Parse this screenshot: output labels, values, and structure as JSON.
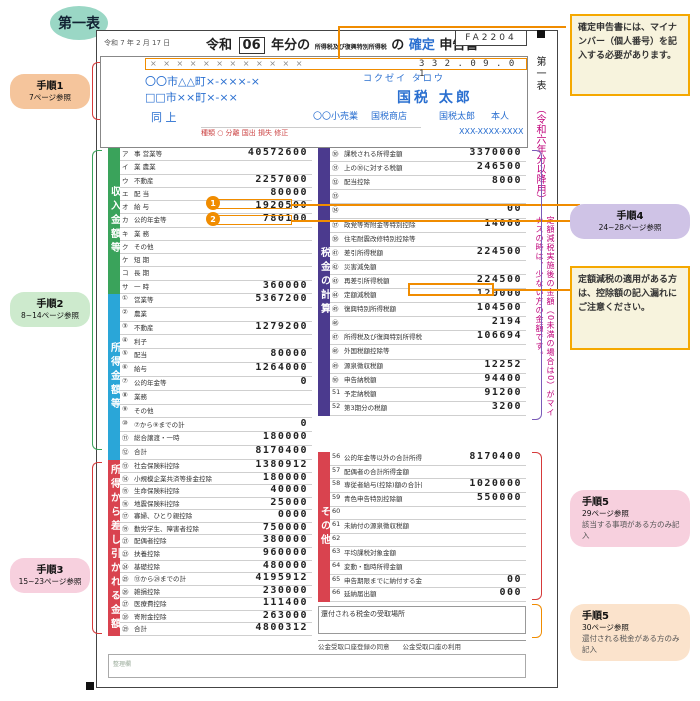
{
  "tab_label": "第一表",
  "form": {
    "title_prefix": "令和",
    "year": "06",
    "title_mid": "年分の",
    "title_small": "所得税及び復興特別所得税",
    "title_no": "の",
    "title_main": "確定",
    "title_suffix": "申告書",
    "form_code": "FA2204",
    "date_line": "令和 7 年 2 月 17 日",
    "postal": "3 3 2 . 0 9 . 0 1",
    "address1": "〇〇市△△町×-×××-×",
    "address2": "□□市××町×-××",
    "name_kana": "コクゼイ タロウ",
    "name": "国税 太郎",
    "addr_same": "同 上",
    "occupation": "〇〇小売業",
    "shop": "国税商店",
    "head": "国税太郎",
    "relation": "本人",
    "phone": "XXX-XXXX-XXXX",
    "side_label": "第一表",
    "side_label_year": "（令和六年分以降用）"
  },
  "income_section": {
    "label": "収入金額等",
    "rows": [
      {
        "label": "事 営業等",
        "code": "ア",
        "value": "40572600"
      },
      {
        "label": "業 農業",
        "code": "イ",
        "value": ""
      },
      {
        "label": "不動産",
        "code": "ウ",
        "value": "2257000"
      },
      {
        "label": "配 当",
        "code": "エ",
        "value": "80000"
      },
      {
        "label": "給 与",
        "code": "オ",
        "value": "1920500"
      },
      {
        "label": "公的年金等",
        "code": "カ",
        "value": "780100"
      },
      {
        "label": "業 務",
        "code": "キ",
        "value": ""
      },
      {
        "label": "その他",
        "code": "ク",
        "value": ""
      },
      {
        "label": "短 期",
        "code": "ケ",
        "value": ""
      },
      {
        "label": "長 期",
        "code": "コ",
        "value": ""
      },
      {
        "label": "一 時",
        "code": "サ",
        "value": "360000"
      }
    ]
  },
  "shotoku_section": {
    "label": "所得金額等",
    "rows": [
      {
        "label": "営業等",
        "code": "①",
        "value": "5367200"
      },
      {
        "label": "農業",
        "code": "②",
        "value": ""
      },
      {
        "label": "不動産",
        "code": "③",
        "value": "1279200"
      },
      {
        "label": "利子",
        "code": "④",
        "value": ""
      },
      {
        "label": "配当",
        "code": "⑤",
        "value": "80000"
      },
      {
        "label": "給与",
        "code": "⑥",
        "value": "1264000"
      },
      {
        "label": "公的年金等",
        "code": "⑦",
        "value": "0"
      },
      {
        "label": "業務",
        "code": "⑧",
        "value": ""
      },
      {
        "label": "その他",
        "code": "⑨",
        "value": ""
      },
      {
        "label": "⑦から⑨までの計",
        "code": "⑩",
        "value": "0"
      },
      {
        "label": "総合譲渡・一時",
        "code": "⑪",
        "value": "180000"
      },
      {
        "label": "合計",
        "code": "⑫",
        "value": "8170400"
      }
    ]
  },
  "deduction_section": {
    "label": "所得から差し引かれる金額",
    "rows": [
      {
        "label": "社会保険料控除",
        "code": "⑬",
        "value": "1380912"
      },
      {
        "label": "小規模企業共済等掛金控除",
        "code": "⑭",
        "value": "180000"
      },
      {
        "label": "生命保険料控除",
        "code": "⑮",
        "value": "40000"
      },
      {
        "label": "地震保険料控除",
        "code": "⑯",
        "value": "25000"
      },
      {
        "label": "寡婦、ひとり親控除",
        "code": "⑰",
        "value": "0000"
      },
      {
        "label": "勤労学生、障害者控除",
        "code": "⑲",
        "value": "750000"
      },
      {
        "label": "配偶者控除",
        "code": "㉑",
        "value": "380000"
      },
      {
        "label": "扶養控除",
        "code": "㉓",
        "value": "960000"
      },
      {
        "label": "基礎控除",
        "code": "㉔",
        "value": "480000"
      },
      {
        "label": "⑬から㉔までの計",
        "code": "㉕",
        "value": "4195912"
      },
      {
        "label": "雑損控除",
        "code": "㉖",
        "value": "230000"
      },
      {
        "label": "医療費控除",
        "code": "㉗",
        "value": "111400"
      },
      {
        "label": "寄附金控除",
        "code": "㉘",
        "value": "263000"
      },
      {
        "label": "合計",
        "code": "㉙",
        "value": "4800312"
      }
    ]
  },
  "tax_section": {
    "label": "税金の計算",
    "rows": [
      {
        "label": "課税される所得金額",
        "code": "㉚",
        "value": "3370000"
      },
      {
        "label": "上の㉚に対する税額",
        "code": "㉛",
        "value": "246500"
      },
      {
        "label": "配当控除",
        "code": "㉜",
        "value": "8000"
      },
      {
        "label": "",
        "code": "㉝",
        "value": ""
      },
      {
        "label": "",
        "code": "㉞",
        "value": "00"
      },
      {
        "label": "政党等寄附金等特別控除",
        "code": "㊲",
        "value": "14000"
      },
      {
        "label": "住宅耐震改修特別控除等",
        "code": "㊳",
        "value": ""
      },
      {
        "label": "差引所得税額",
        "code": "㊶",
        "value": "224500"
      },
      {
        "label": "災害減免額",
        "code": "㊷",
        "value": ""
      },
      {
        "label": "再差引所得税額",
        "code": "㊸",
        "value": "224500"
      },
      {
        "label": "定額減税額",
        "code": "㊹",
        "value": "120000"
      },
      {
        "label": "復興特別所得税額",
        "code": "㊺",
        "value": "104500"
      },
      {
        "label": "",
        "code": "㊻",
        "value": "2194"
      },
      {
        "label": "所得税及び復興特別所得税の額",
        "code": "㊼",
        "value": "106694"
      },
      {
        "label": "外国税額控除等",
        "code": "㊽",
        "value": ""
      },
      {
        "label": "源泉徴収税額",
        "code": "㊾",
        "value": "12252"
      },
      {
        "label": "申告納税額",
        "code": "㊿",
        "value": "94400"
      },
      {
        "label": "予定納税額",
        "code": "51",
        "value": "91200"
      },
      {
        "label": "第3期分の税額",
        "code": "52",
        "value": "3200"
      }
    ]
  },
  "other_section": {
    "label": "その他",
    "rows": [
      {
        "label": "公的年金等以外の合計所得金額",
        "code": "56",
        "value": "8170400"
      },
      {
        "label": "配偶者の合計所得金額",
        "code": "57",
        "value": ""
      },
      {
        "label": "専従者給与(控除)額の合計額",
        "code": "58",
        "value": "1020000"
      },
      {
        "label": "青色申告特別控除額",
        "code": "59",
        "value": "550000"
      },
      {
        "label": "",
        "code": "60",
        "value": ""
      },
      {
        "label": "未納付の源泉徴収税額",
        "code": "61",
        "value": ""
      },
      {
        "label": "",
        "code": "62",
        "value": ""
      },
      {
        "label": "平均課税対象金額",
        "code": "63",
        "value": ""
      },
      {
        "label": "変動・臨時所得金額",
        "code": "64",
        "value": ""
      },
      {
        "label": "申告期限までに納付する金額",
        "code": "65",
        "value": "00"
      },
      {
        "label": "延納届出額",
        "code": "66",
        "value": "000"
      }
    ]
  },
  "bottom_strip": "公金受取口座登録の同意　　公金受取口座の利用",
  "notes": {
    "mynumber": "確定申告書には、マイナンバー（個人番号）を記入する必要があります。",
    "teigaku": "定額減税の適用がある方は、控除額の記入漏れにご注意ください。",
    "side_pink": "定額減税実施後の金額（0未満の場合は0）がマイナスの時は、少ない方の金額です。"
  },
  "steps": {
    "s1_title": "手順1",
    "s1_sub": "7ページ参照",
    "s2_title": "手順2",
    "s2_sub": "8~14ページ参照",
    "s3_title": "手順3",
    "s3_sub": "15~23ページ参照",
    "s4_title": "手順4",
    "s4_sub": "24~28ページ参照",
    "s5a_title": "手順5",
    "s5a_sub": "29ページ参照",
    "s5a_note": "該当する事項がある方のみ記入",
    "s5b_title": "手順5",
    "s5b_sub": "30ページ参照",
    "s5b_note": "還付される税金がある方のみ記入"
  },
  "markers": {
    "m1": "1",
    "m2": "2"
  },
  "colors": {
    "income": "#3aa35b",
    "shotoku": "#2aa6d8",
    "deduction": "#d9434f",
    "tax": "#4b3a8e",
    "other": "#d9434f",
    "step_orange": "#f5c59c",
    "step_green": "#cdeacd",
    "step_purple": "#cfc3e6",
    "step_pink": "#f7d0de"
  }
}
